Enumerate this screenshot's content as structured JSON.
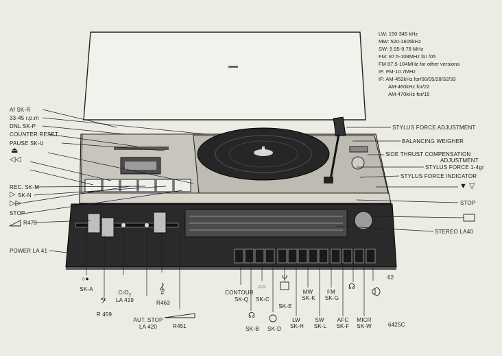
{
  "specs": [
    "LW: 150-345 kHz",
    "MW: 520-1605kHz",
    "SW: 5.95-9.78 MHz",
    "FM: 87.5-108MHz  for /05",
    "FM  87.5-104MHz  for other versions",
    "IF: FM-10.7MHz",
    "IF: AM-452kHz  for/00/05/28/32/33",
    "AM-460kHz  for/22",
    "AM-470kHz  for/15"
  ],
  "left_labels": {
    "af": "Af  SK-R",
    "rpm": "33-45 r.p.m",
    "dnl": "DNL  SK-P",
    "counter": "COUNTER RESET",
    "pause": "PAUSE  SK-U",
    "rec": "REC. SK-M",
    "play": "SK-N",
    "stop": "STOP",
    "r473": "R473",
    "power": "POWER  LA 41"
  },
  "right_labels": {
    "stylus_adj": "STYLUS FORCE ADJUSTMENT",
    "balancing": "BALANCING WEIGHER",
    "side_thrust_1": "SIDE THRUST COMPENSATION",
    "side_thrust_2": "ADJUSTMENT",
    "stylus_force": "STYLUS FORCE 1-4gr",
    "stylus_ind": "STYLUS FORCE INDICATOR",
    "stop": "STOP",
    "stereo": "STEREO  LA40"
  },
  "bottom_labels": {
    "ska": "SK-A",
    "r459": "R 459",
    "cro2_1": "CrO",
    "cro2_sub": "2",
    "cro2_2": "LA 419",
    "autstop_1": "AUT. STOP",
    "autstop_2": "LA 420",
    "r463": "R463",
    "r451": "R451",
    "contour_1": "CONTOUR",
    "contour_2": "SK-Q",
    "skb": "SK-B",
    "skc": "SK-C",
    "skd": "SK-D",
    "ske": "SK-E",
    "lw_1": "LW",
    "lw_2": "SK-H",
    "mw_1": "MW",
    "mw_2": "SK-K",
    "sw_1": "SW",
    "sw_2": "SK-L",
    "fm_1": "FM",
    "fm_2": "SK-G",
    "afc_1": "AFC",
    "afc_2": "SK-F",
    "micr_1": "MICR",
    "micr_2": "SK-W",
    "num62": "62",
    "code": "6425C"
  }
}
